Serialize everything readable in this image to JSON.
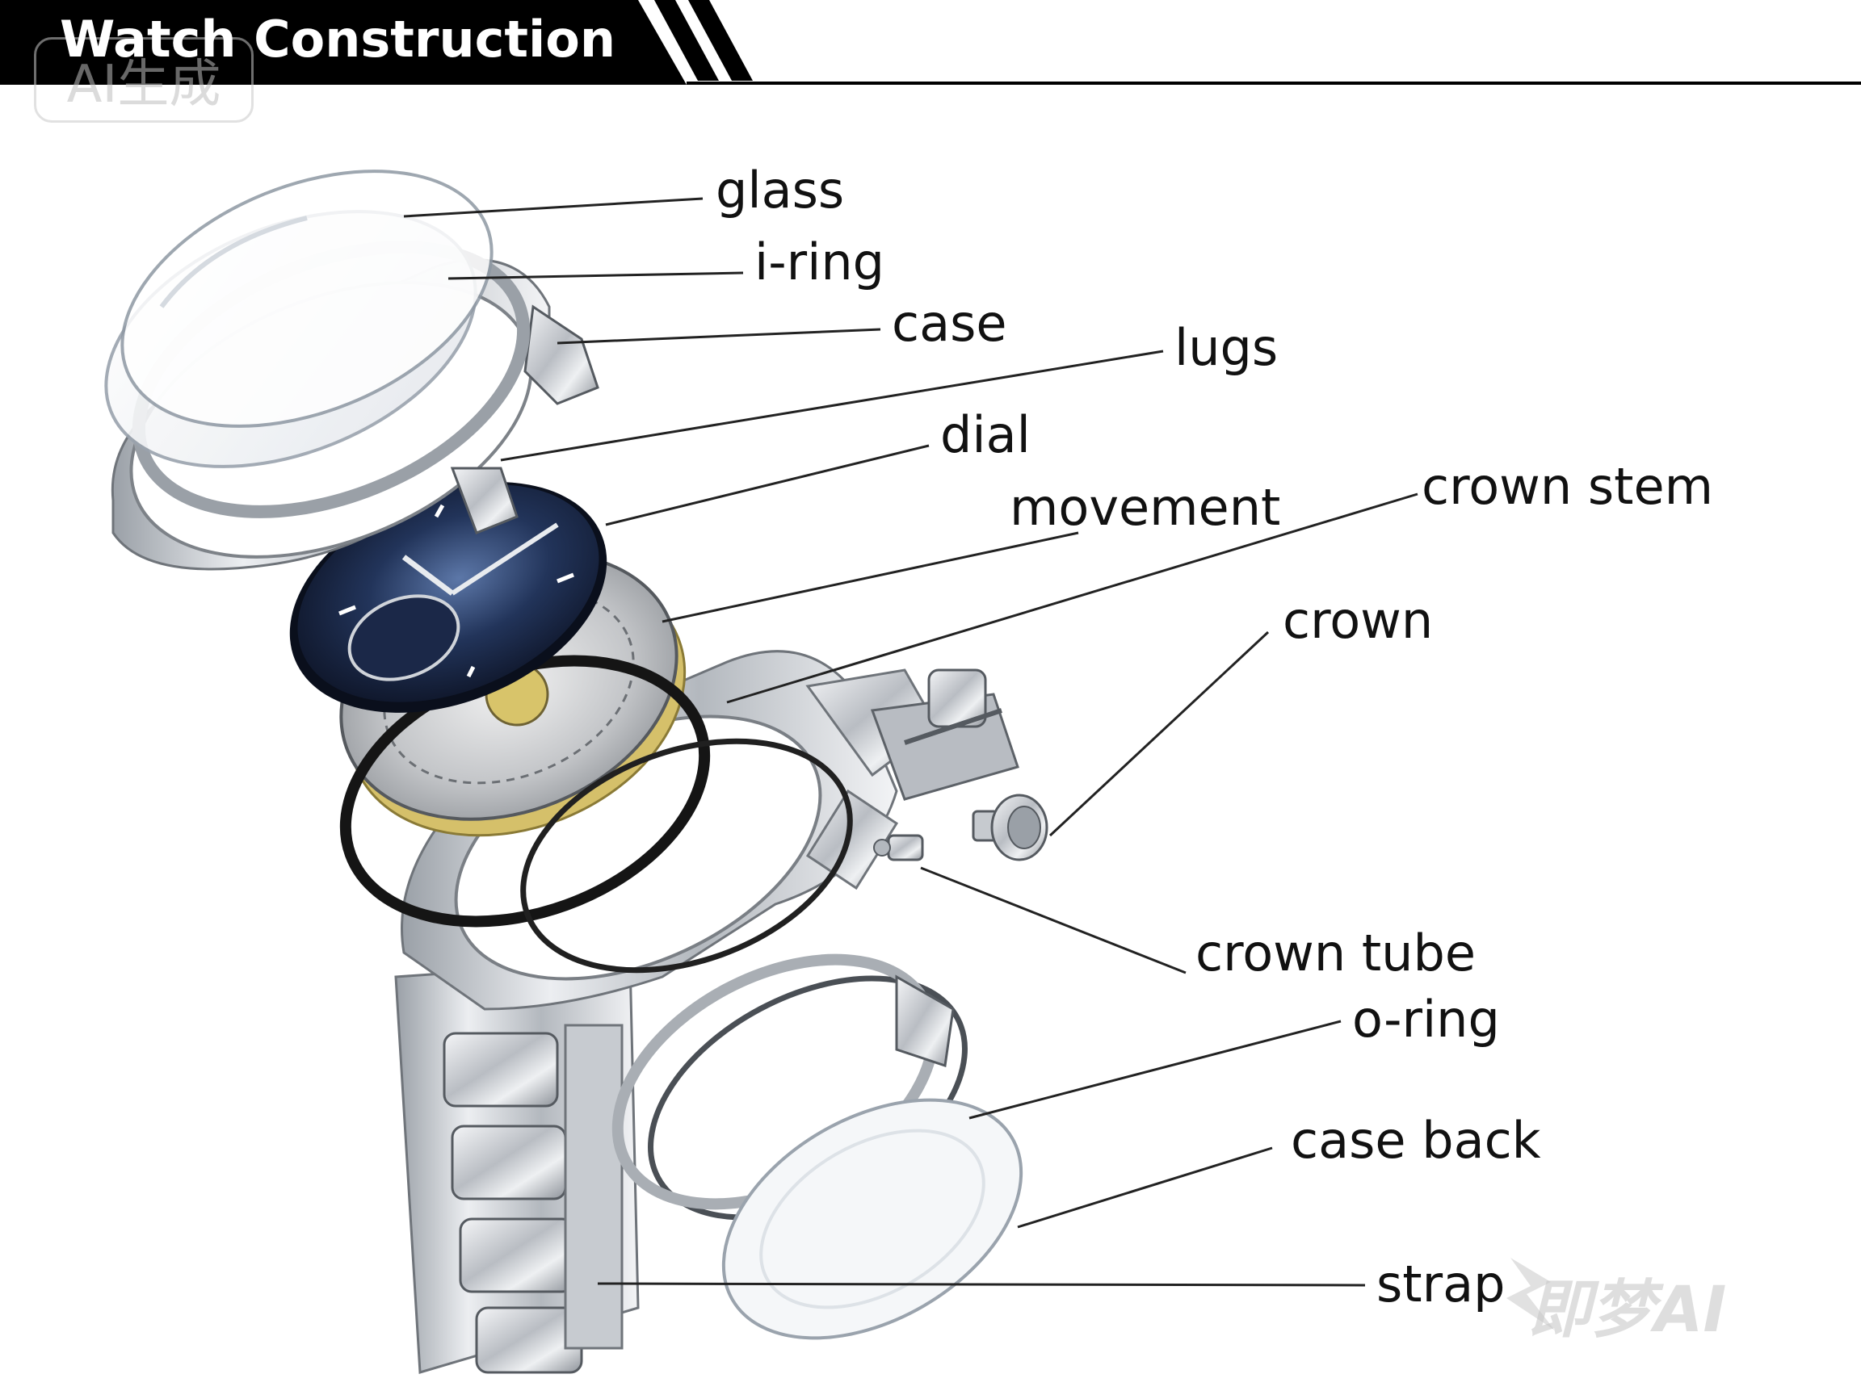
{
  "header": {
    "title": "Watch Construction",
    "badge": "AI生成"
  },
  "labels": {
    "glass": "glass",
    "iring": "i-ring",
    "case": "case",
    "lugs": "lugs",
    "dial": "dial",
    "movement": "movement",
    "crown_stem": "crown stem",
    "crown": "crown",
    "crown_tube": "crown tube",
    "oring": "o-ring",
    "case_back": "case back",
    "strap": "strap"
  },
  "watermark": "即梦AI",
  "colors": {
    "header_bar": "#000000",
    "dial_blue": "#1c2a4a",
    "steel": "#c9ccd0",
    "gold": "#d8c46a",
    "gasket": "#151515"
  }
}
